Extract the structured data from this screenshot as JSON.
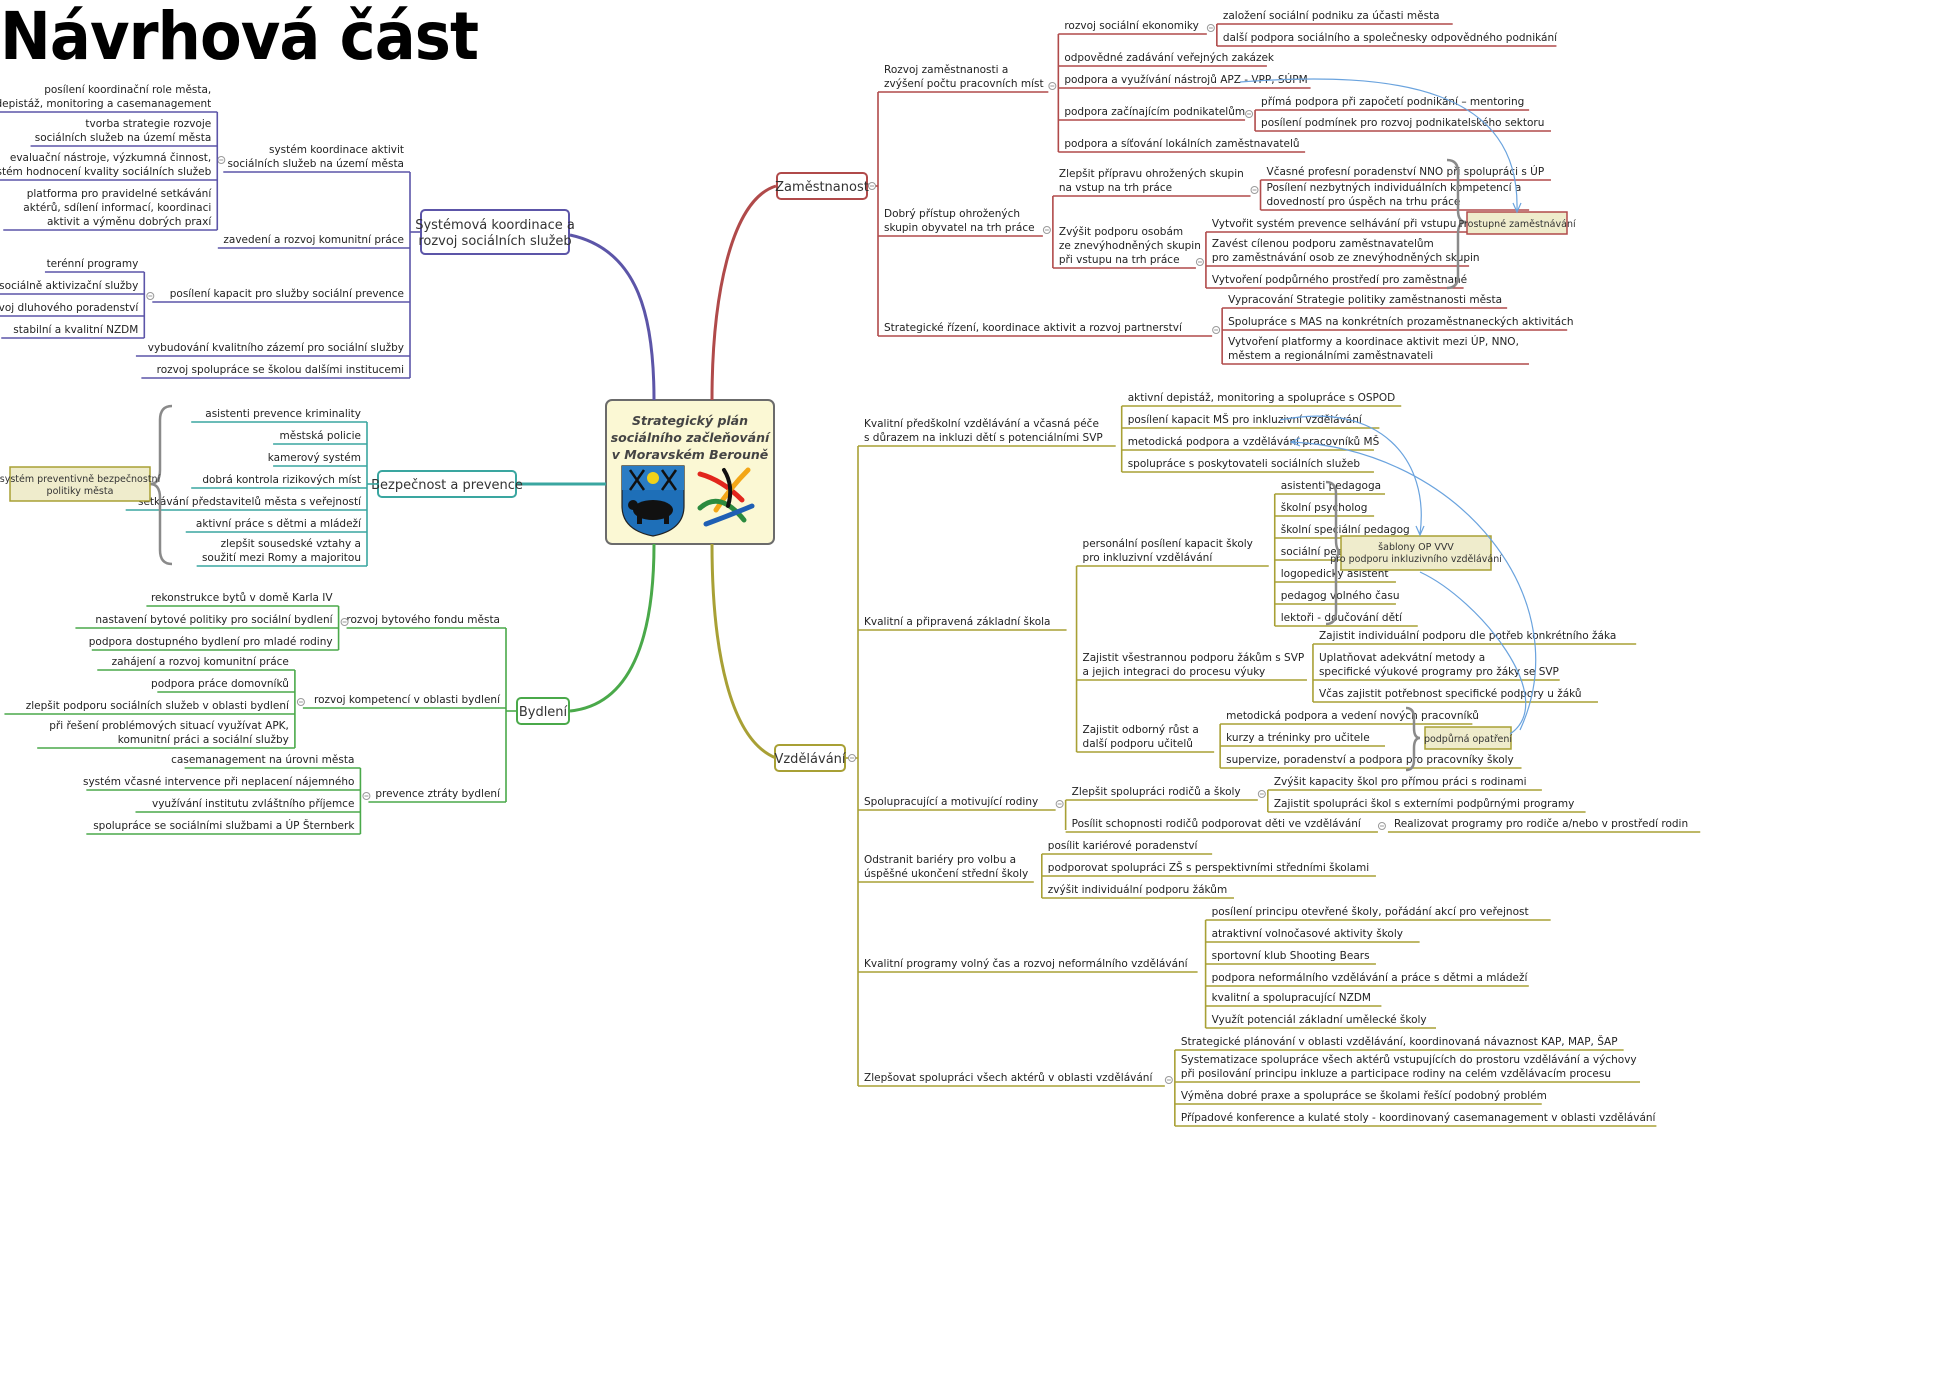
{
  "page_title": "Návrhová část",
  "central": {
    "title": [
      "Strategický plán",
      "sociálního začleňování",
      "v Moravském Berouně"
    ]
  },
  "branches": {
    "koordinace": {
      "label": [
        "Systémová koordinace a",
        "rozvoj sociálních služeb"
      ],
      "color": "#5c55a8",
      "groups": [
        {
          "label": [
            "systém koordinace aktivit",
            "sociálních služeb na území města"
          ],
          "items": [
            [
              "posílení koordinační role města,",
              "aktivní depistáž, monitoring a casemanagement"
            ],
            [
              "tvorba strategie rozvoje",
              "sociálních služeb na území města"
            ],
            [
              "evaluační nástroje, výzkumná činnost,",
              "systém hodnocení kvality sociálních služeb"
            ],
            [
              "platforma pro pravidelné setkávání",
              "aktérů, sdílení informací, koordinaci",
              "aktivit a výměnu dobrých praxí"
            ]
          ]
        },
        {
          "label": [
            "zavedení a rozvoj komunitní práce"
          ],
          "items": []
        },
        {
          "label": [
            "posílení kapacit pro služby sociální prevence"
          ],
          "items": [
            [
              "terénní programy"
            ],
            [
              "sociálně aktivizační služby"
            ],
            [
              "rozvoj dluhového poradenství"
            ],
            [
              "stabilní a kvalitní NZDM"
            ]
          ]
        },
        {
          "label": [
            "vybudování kvalitního zázemí pro sociální služby"
          ],
          "items": []
        },
        {
          "label": [
            "rozvoj spolupráce se školou dalšími institucemi"
          ],
          "items": []
        }
      ]
    },
    "bezpecnost": {
      "label": [
        "Bezpečnost a prevence"
      ],
      "color": "#3aa6a0",
      "items": [
        [
          "asistenti prevence kriminality"
        ],
        [
          "městská policie"
        ],
        [
          "kamerový systém"
        ],
        [
          "dobrá kontrola rizikových míst"
        ],
        [
          "setkávání představitelů města s veřejností"
        ],
        [
          "aktivní práce s dětmi a mládeží"
        ],
        [
          "zlepšit sousedské vztahy a",
          "soužití mezi Romy a majoritou"
        ]
      ],
      "note": [
        "systém preventivně bezpečnostní",
        "politiky města"
      ]
    },
    "bydleni": {
      "label": [
        "Bydlení"
      ],
      "color": "#4aa94a",
      "groups": [
        {
          "label": [
            "rozvoj bytového fondu města"
          ],
          "items": [
            [
              "rekonstrukce bytů v domě Karla IV"
            ],
            [
              "nastavení bytové politiky pro sociální bydlení"
            ],
            [
              "podpora dostupného bydlení pro mladé rodiny"
            ]
          ]
        },
        {
          "label": [
            "rozvoj kompetencí v oblasti bydlení"
          ],
          "items": [
            [
              "zahájení a rozvoj  komunitní práce"
            ],
            [
              "podpora práce domovníků"
            ],
            [
              "zlepšit podporu sociálních služeb v oblasti bydlení"
            ],
            [
              "při řešení problémových situací využívat APK,",
              "komunitní práci a sociální služby"
            ]
          ]
        },
        {
          "label": [
            "prevence ztráty bydlení"
          ],
          "items": [
            [
              "casemanagement na úrovni města"
            ],
            [
              "systém včasné intervence při neplacení nájemného"
            ],
            [
              "využívání institutu zvláštního příjemce"
            ],
            [
              "spolupráce se sociálními službami a ÚP Šternberk"
            ]
          ]
        }
      ]
    },
    "zamestnanost": {
      "label": [
        "Zaměstnanost"
      ],
      "color": "#b04a4a",
      "groups": [
        {
          "label": [
            "Rozvoj zaměstnanosti a",
            "zvýšení počtu pracovních míst"
          ],
          "subs": [
            {
              "label": [
                "rozvoj sociální ekonomiky"
              ],
              "items": [
                [
                  "založení sociální podniku za účasti města"
                ],
                [
                  "další podpora sociálního a společnesky odpovědného podnikání"
                ]
              ]
            },
            {
              "label": [
                "odpovědné zadávání veřejných zakázek"
              ],
              "items": []
            },
            {
              "label": [
                "podpora a využívání nástrojů APZ - VPP, SÚPM"
              ],
              "items": []
            },
            {
              "label": [
                "podpora začínajícím podnikatelům"
              ],
              "items": [
                [
                  "přímá podpora při započetí podnikání – mentoring"
                ],
                [
                  "posílení podmínek pro rozvoj podnikatelského sektoru"
                ]
              ]
            },
            {
              "label": [
                "podpora a síťování lokálních zaměstnavatelů"
              ],
              "items": []
            }
          ]
        },
        {
          "label": [
            "Dobrý přístup ohrožených",
            "skupin obyvatel na trh práce"
          ],
          "subs": [
            {
              "label": [
                "Zlepšit přípravu ohrožených skupin",
                "na vstup na trh práce"
              ],
              "items": [
                [
                  "Včasné profesní poradenství NNO při spolupráci s ÚP"
                ],
                [
                  "Posílení nezbytných individuálních kompetencí a",
                  "dovedností pro úspěch na trhu práce"
                ]
              ]
            },
            {
              "label": [
                "Zvýšit podporu osobám",
                "ze znevýhodněných skupin",
                "při vstupu na trh práce"
              ],
              "items": [
                [
                  "Vytvořit systém prevence selhávání při vstupu na trh práce"
                ],
                [
                  "Zavést cílenou podporu zaměstnavatelům",
                  "pro zaměstnávání osob ze znevýhodněných skupin"
                ],
                [
                  "Vytvoření podpůrného prostředí pro zaměstnané"
                ]
              ]
            }
          ]
        },
        {
          "label": [
            "Strategické řízení, koordinace aktivit a rozvoj partnerství"
          ],
          "subs": [
            {
              "label": [
                "Vypracování Strategie politiky zaměstnanosti města"
              ],
              "items": []
            },
            {
              "label": [
                "Spolupráce s MAS na konkrétních prozaměstnaneckých aktivitách"
              ],
              "items": []
            },
            {
              "label": [
                "Vytvoření platformy a koordinace aktivit mezi ÚP, NNO,",
                "městem a regionálními zaměstnavateli"
              ],
              "items": []
            }
          ]
        }
      ],
      "note": [
        "Prostupné zaměstnávání"
      ]
    },
    "vzdelavani": {
      "label": [
        "Vzdělávání"
      ],
      "color": "#a8a035",
      "groups": [
        {
          "label": [
            "Kvalitní předškolní vzdělávání a včasná péče",
            "s důrazem na inkluzi dětí s potenciálními SVP"
          ],
          "items": [
            [
              "aktivní depistáž, monitoring a spolupráce s OSPOD"
            ],
            [
              "posílení kapacit MŠ pro inkluzivní vzdělávání"
            ],
            [
              "metodická podpora a vzdělávání pracovníků MŠ"
            ],
            [
              "spolupráce s poskytovateli sociálních služeb"
            ]
          ]
        },
        {
          "label": [
            "Kvalitní a připravená základní škola"
          ],
          "subs": [
            {
              "label": [
                "personální posílení kapacit školy",
                "pro inkluzivní vzdělávání"
              ],
              "items": [
                [
                  "asistenti pedagoga"
                ],
                [
                  "školní psycholog"
                ],
                [
                  "školní speciální pedagog"
                ],
                [
                  "sociální pedagog"
                ],
                [
                  "logopedický asistent"
                ],
                [
                  "pedagog volného času"
                ],
                [
                  "lektoři - doučování dětí"
                ]
              ]
            },
            {
              "label": [
                "Zajistit všestrannou podporu žákům s SVP",
                "a jejich integraci do procesu výuky"
              ],
              "items": [
                [
                  "Zajistit individuální podporu dle potřeb konkrétního žáka"
                ],
                [
                  "Uplatňovat adekvátní metody a",
                  "specifické výukové programy pro žáky se SVP"
                ],
                [
                  "Včas zajistit potřebnost specifické podpory u žáků"
                ]
              ]
            },
            {
              "label": [
                "Zajistit odborný růst a",
                "další podporu učitelů"
              ],
              "items": [
                [
                  "metodická podpora a vedení nových pracovníků"
                ],
                [
                  "kurzy a tréninky pro učitele"
                ],
                [
                  "supervize, poradenství a podpora pro pracovníky školy"
                ]
              ]
            }
          ]
        },
        {
          "label": [
            "Spolupracující a motivující rodiny"
          ],
          "subs": [
            {
              "label": [
                "Zlepšit spolupráci rodičů a školy"
              ],
              "items": [
                [
                  "Zvýšit kapacity škol pro přímou práci s rodinami"
                ],
                [
                  "Zajistit spolupráci škol s externími podpůrnými programy"
                ]
              ]
            },
            {
              "label": [
                "Posílit schopnosti rodičů podporovat děti ve vzdělávání"
              ],
              "items": [
                [
                  "Realizovat programy pro rodiče a/nebo v prostředí rodin"
                ]
              ]
            }
          ]
        },
        {
          "label": [
            "Odstranit bariéry pro volbu a",
            "úspěšné ukončení střední školy"
          ],
          "items": [
            [
              "posílit kariérové poradenství"
            ],
            [
              "podporovat spolupráci ZŠ s perspektivními středními školami"
            ],
            [
              "zvýšit individuální podporu žákům"
            ]
          ]
        },
        {
          "label": [
            "Kvalitní programy volný čas a rozvoj neformálního vzdělávání"
          ],
          "items": [
            [
              "posílení principu otevřené školy, pořádání akcí pro veřejnost"
            ],
            [
              "atraktivní volnočasové aktivity školy"
            ],
            [
              "sportovní klub Shooting Bears"
            ],
            [
              "podpora neformálního vzdělávání a práce s dětmi a mládeží"
            ],
            [
              "kvalitní a spolupracující NZDM"
            ],
            [
              "Využít potenciál základní umělecké školy"
            ]
          ]
        },
        {
          "label": [
            "Zlepšovat spolupráci všech aktérů v oblasti vzdělávání"
          ],
          "items": [
            [
              "Strategické plánování v oblasti vzdělávání, koordinovaná návaznost KAP, MAP, ŠAP"
            ],
            [
              "Systematizace spolupráce všech aktérů vstupujících do prostoru vzdělávání a výchovy",
              "při posilování principu inkluze a participace rodiny na celém vzdělávacím procesu"
            ],
            [
              "Výměna dobré praxe a spolupráce se školami řešící podobný problém"
            ],
            [
              "Případové konference a kulaté stoly - koordinovaný casemanagement v oblasti vzdělávání"
            ]
          ]
        }
      ],
      "notes": {
        "sablony": [
          "šablony OP VVV",
          "pro podporu inkluzivního vzdělávání"
        ],
        "podpurna": [
          "podpůrná opatření"
        ]
      }
    }
  },
  "colors": {
    "note_bg": "#efeccc",
    "note_border": "#a8a035",
    "central_bg": "#fbf8d4",
    "central_border": "#6b6b6b",
    "link": "#6aa3de"
  }
}
